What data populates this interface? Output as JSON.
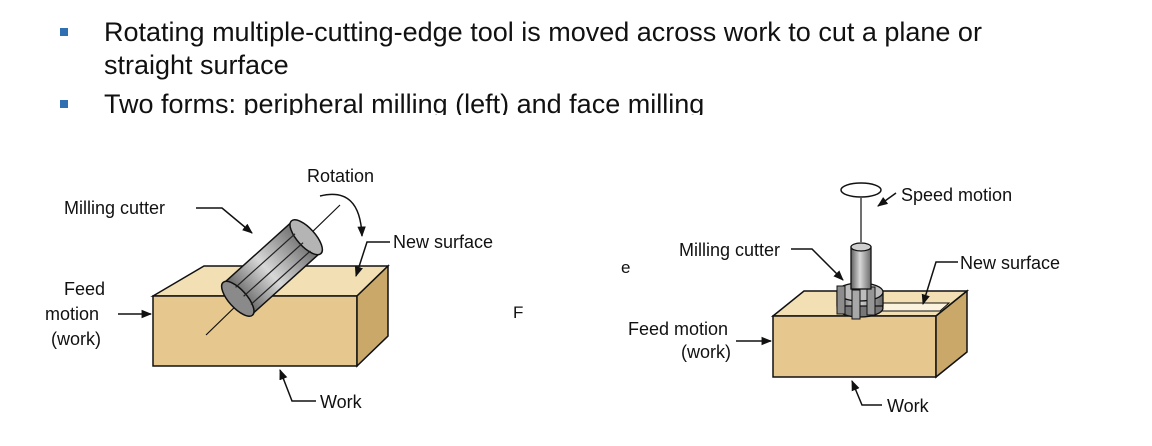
{
  "bullets": [
    {
      "line1": "Rotating multiple-cutting-edge tool is moved across work to cut a plane or",
      "line2": "straight surface"
    },
    {
      "line1": "Two forms: peripheral milling (left) and face milling"
    }
  ],
  "left_figure": {
    "rotation": "Rotation",
    "milling_cutter": "Milling cutter",
    "new_surface": "New surface",
    "feed_line1": "Feed",
    "feed_line2": "motion",
    "feed_line3": "(work)",
    "work": "Work"
  },
  "stray_text": {
    "e": "e",
    "f": "F"
  },
  "right_figure": {
    "speed_motion": "Speed motion",
    "milling_cutter": "Milling cutter",
    "new_surface": "New surface",
    "feed_line1": "Feed motion",
    "feed_line2": "(work)",
    "work": "Work"
  },
  "colors": {
    "block_top": "#f2dfb4",
    "block_front": "#e6c88f",
    "block_side": "#c9a86a",
    "bullet_marker": "#2f6fb2",
    "cutter_metal": "#9a9a9a"
  }
}
